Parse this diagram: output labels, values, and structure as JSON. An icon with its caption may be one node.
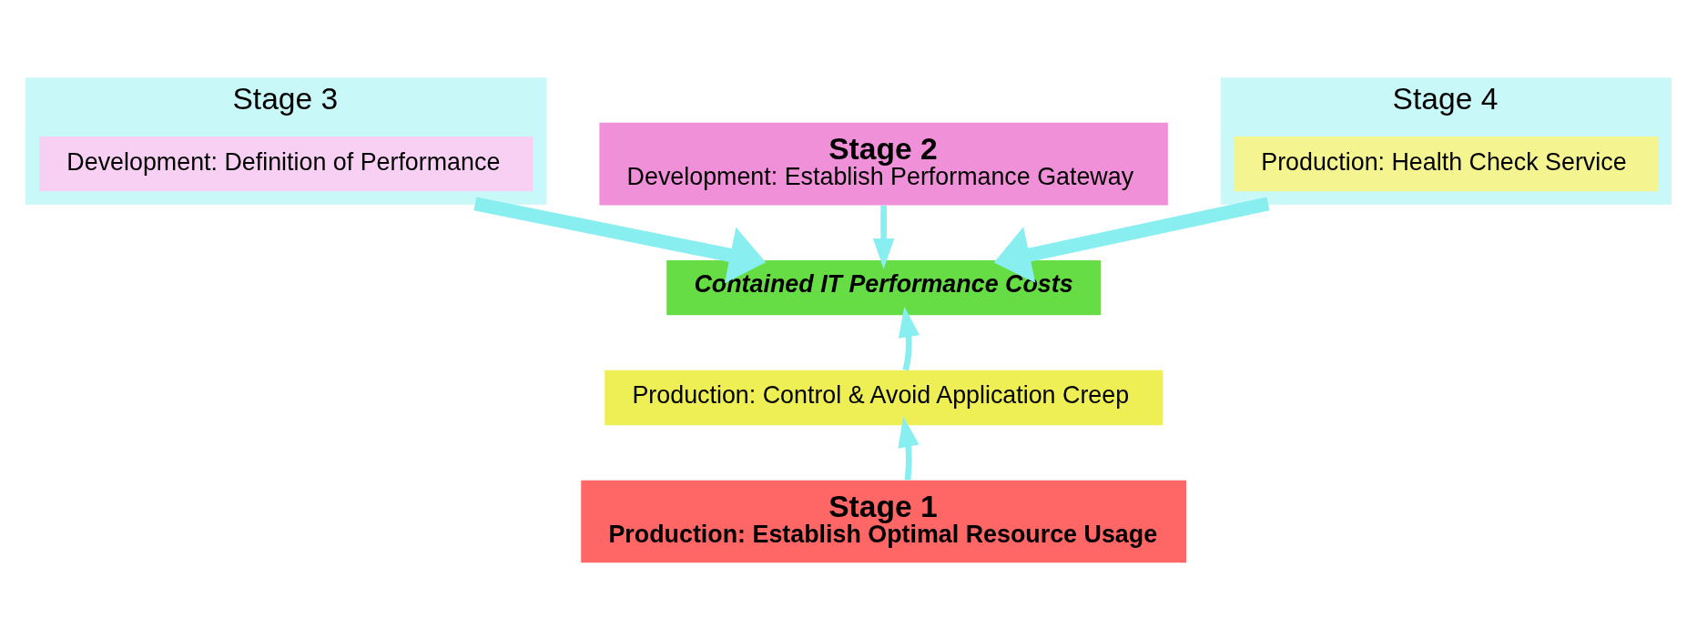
{
  "diagram": {
    "nodes": [
      {
        "text": [
          "Stage 3"
        ]
      },
      {
        "text": [
          "Development: Definition of Performance"
        ],
        "in": 0
      },
      {
        "text": [
          "Stage 2",
          "Development: Establish Performance Gateway"
        ]
      },
      {
        "text": [
          "Contained IT Performance Costs"
        ]
      },
      {
        "text": [
          "Production: Control & Avoid Application Creep"
        ]
      },
      {
        "text": [
          "Stage 4"
        ]
      },
      {
        "text": [
          "Production: Health Check Service"
        ],
        "in": 5
      },
      {
        "text": [
          "Stage 1",
          "Production: Establish Optimal Resource Usage"
        ]
      }
    ],
    "edges": [
      {
        "from": 2,
        "to": 3,
        "arrow": "to"
      },
      {
        "from": 4,
        "to": 3,
        "arrow": "to"
      },
      {
        "from": 0,
        "to": 3,
        "arrow": "to",
        "style": "thick"
      },
      {
        "from": 5,
        "to": 3,
        "arrow": "to",
        "style": "thick"
      },
      {
        "from": 7,
        "to": 4,
        "arrow": "to"
      }
    ]
  }
}
